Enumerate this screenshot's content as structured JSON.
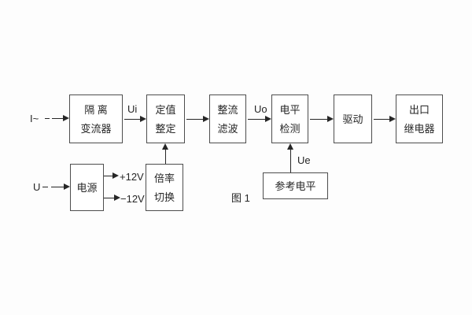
{
  "figure": {
    "caption": "图 1"
  },
  "blocks": {
    "isolation_converter": {
      "line1": "隔 离",
      "line2": "变流器"
    },
    "setting_adjust": {
      "line1": "定值",
      "line2": "整定"
    },
    "rectifier_filter": {
      "line1": "整流",
      "line2": "滤波"
    },
    "level_detect": {
      "line1": "电平",
      "line2": "检测"
    },
    "driver": {
      "line1": "驱动"
    },
    "output_relay": {
      "line1": "出口",
      "line2": "继电器"
    },
    "power_supply": {
      "line1": "电源"
    },
    "ratio_switch": {
      "line1": "倍率",
      "line2": "切换"
    },
    "reference_level": {
      "line1": "参考电平"
    }
  },
  "signals": {
    "current_input": "I~",
    "voltage_input": "U",
    "ui": "Ui",
    "uo": "Uo",
    "ue": "Ue",
    "plus_12v": "+12V",
    "minus_12v": "−12V"
  },
  "colors": {
    "background": "#fdfdfd",
    "box_border": "#4d4d4d",
    "line": "#262626",
    "text": "#262626"
  }
}
